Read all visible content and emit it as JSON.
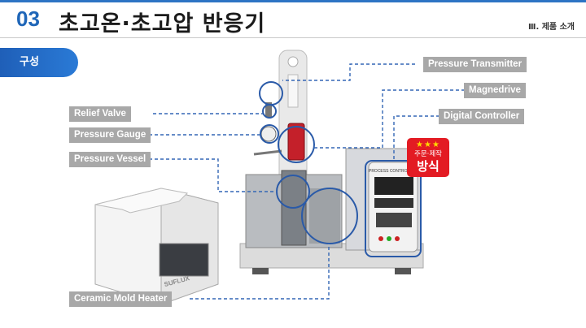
{
  "header": {
    "number": "03",
    "title": "초고온·초고압 반응기",
    "section": "Ⅲ. 제품 소개"
  },
  "tab": {
    "label": "구성"
  },
  "callouts": {
    "pressure_transmitter": "Pressure Transmitter",
    "magnedrive": "Magnedrive",
    "digital_controller": "Digital Controller",
    "relief_valve": "Relief Valve",
    "pressure_gauge": "Pressure Gauge",
    "pressure_vessel": "Pressure Vessel",
    "ceramic_mold_heater": "Ceramic  Mold Heater"
  },
  "badge": {
    "stars": "★★★",
    "line1": "주문·제작",
    "line2": "방식"
  },
  "product": {
    "controller_panel_text": "PROCESS CONTROLLER",
    "brand": "SUFLUX"
  },
  "colors": {
    "accent": "#1f66b8",
    "label_bg": "#a8a8a8",
    "badge_red": "#e31b23",
    "callout_line": "#2a5aa8"
  }
}
